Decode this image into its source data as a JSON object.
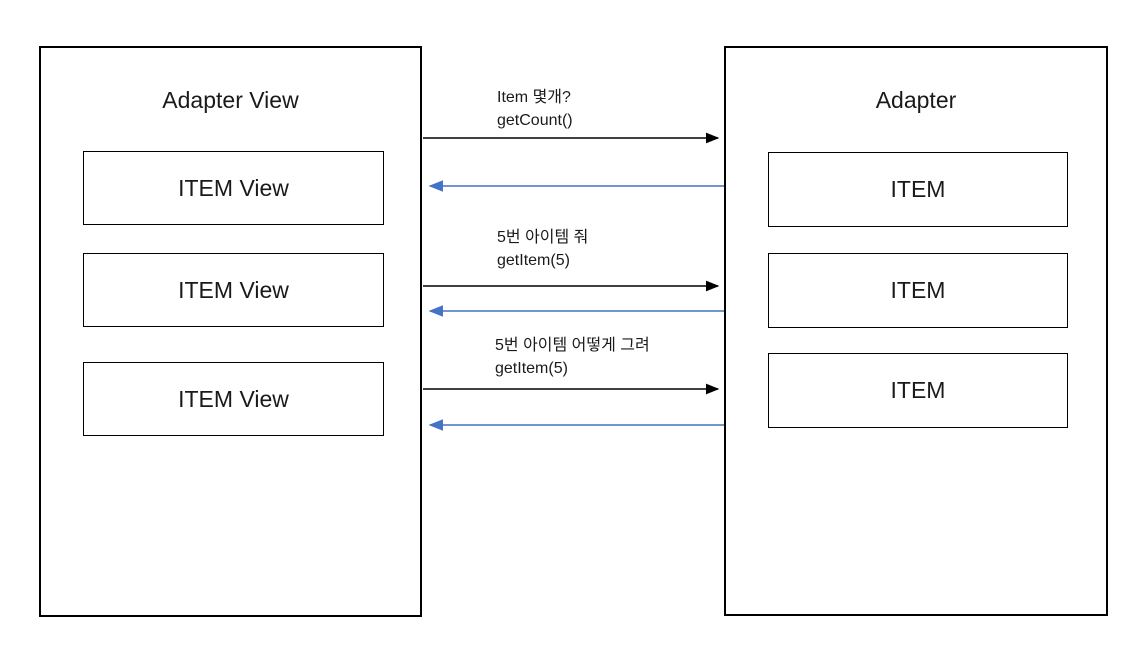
{
  "diagram": {
    "left_panel": {
      "title": "Adapter View",
      "items": [
        {
          "label": "ITEM View"
        },
        {
          "label": "ITEM View"
        },
        {
          "label": "ITEM View"
        }
      ]
    },
    "right_panel": {
      "title": "Adapter",
      "items": [
        {
          "label": "ITEM"
        },
        {
          "label": "ITEM"
        },
        {
          "label": "ITEM"
        }
      ]
    },
    "messages": [
      {
        "line1": "Item 몇개?",
        "line2": "getCount()"
      },
      {
        "line1": "5번 아이템 줘",
        "line2": "getItem(5)"
      },
      {
        "line1": "5번 아이템 어떻게 그려",
        "line2": "getItem(5)"
      }
    ],
    "colors": {
      "request_arrow": "#000000",
      "response_arrow": "#4472C4",
      "box_border": "#000000",
      "text": "#1a1a1a",
      "background": "#ffffff"
    }
  }
}
